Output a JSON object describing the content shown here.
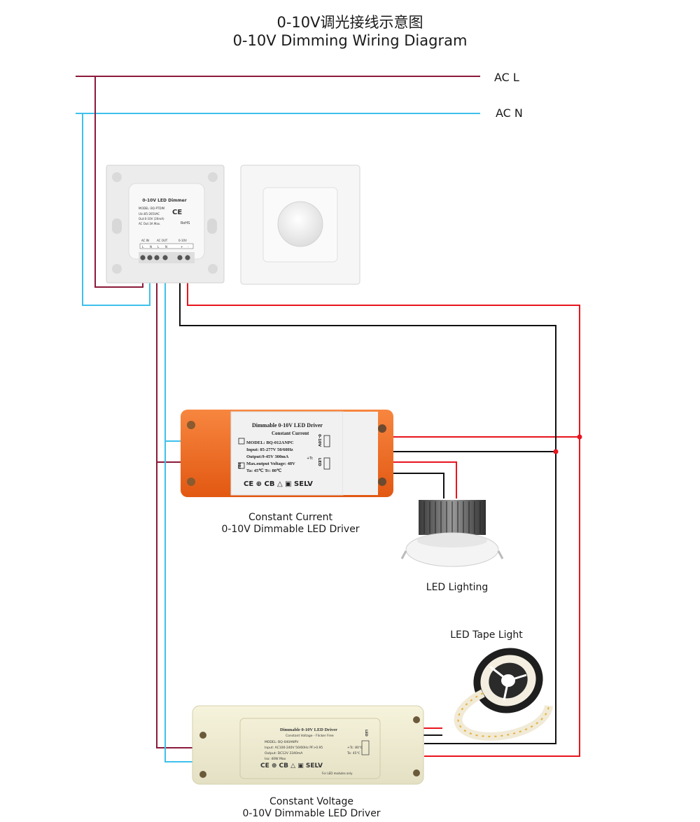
{
  "title": {
    "zh": "0-10V调光接线示意图",
    "en": "0-10V Dimming Wiring Diagram"
  },
  "lines": {
    "live": "AC L",
    "neutral": "AC N"
  },
  "dimmer": {
    "name": "0-10V LED Dimmer",
    "model": "MODEL: BQ-PTDIM",
    "spec1": "Uin:85-265VAC",
    "spec2": "Out:0-10V (20mA)",
    "spec3": "AC Out:3A Max.",
    "rohs": "RoHS",
    "ce": "CE",
    "terminals": [
      "AC IN",
      "AC OUT",
      "0-10V"
    ],
    "pins": [
      "L",
      "N",
      "L",
      "N",
      "+",
      "-"
    ]
  },
  "cc_driver": {
    "caption_line1": "Constant Current",
    "caption_line2": "0-10V Dimmable LED Driver",
    "label_title": "Dimmable 0-10V LED Driver",
    "label_sub": "Constant Current",
    "model": "MODEL: BQ-012ANPC",
    "input": "Input: 85-277V 50/60Hz",
    "output": "Output:9-45V 300mA",
    "maxv": "Max.output Voltage: 48V",
    "ta": "Ta: 45℃  Tc: 80℃",
    "tc": "+Tc",
    "side1": "0-10V",
    "side2": "LED",
    "pri": "PRI",
    "logos": "CE ⊕ CB △ ▣ SELV"
  },
  "led_lighting": "LED Lighting",
  "tape_light": "LED Tape Light",
  "cv_driver": {
    "caption_line1": "Constant Voltage",
    "caption_line2": "0-10V Dimmable LED Driver",
    "label_title": "Dimmable 0-10V LED Driver",
    "label_sub": "Constant Voltage - Flicker Free",
    "model": "MODEL: BQ-040ANPV",
    "input": "Input: AC100-240V 50/60Hz PF>0.95",
    "output": "Output: DC12V 3340mA",
    "power": "Iso: 40W Max",
    "tc": "+Tc: 80℃",
    "ta": "Ta: 45℃",
    "logos": "CE ⊕ CB △ ▣ SELV",
    "note": "For LED modules only",
    "side": "LED"
  },
  "colors": {
    "live": "#8b1a3a",
    "neutral": "#3ec1ec",
    "positive": "#e8141e",
    "negative": "#111111",
    "orange": "#f26a22"
  }
}
